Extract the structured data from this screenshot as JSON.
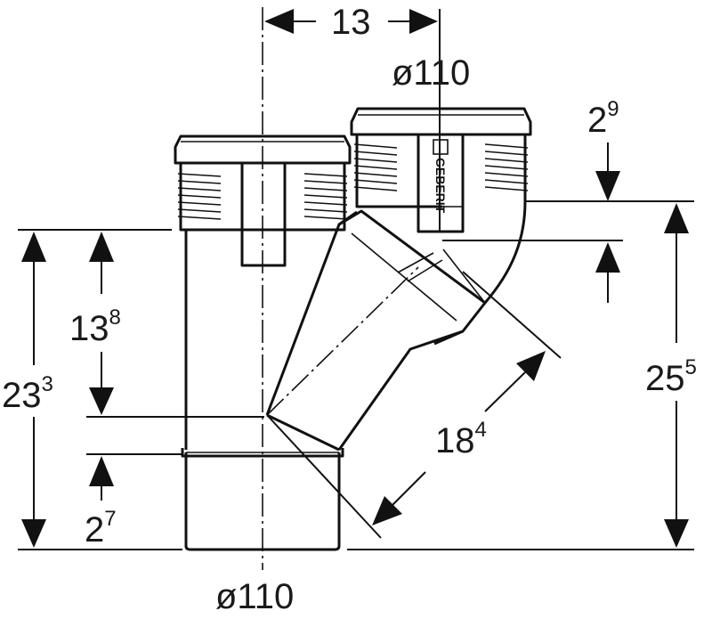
{
  "drawing": {
    "brand_mark": "GEBERIT",
    "dimensions": {
      "top_offset": {
        "value": "13",
        "sup": ""
      },
      "branch_diameter": {
        "value": "ø110",
        "sup": ""
      },
      "top_gap": {
        "value": "2",
        "sup": "9"
      },
      "socket_depth": {
        "value": "13",
        "sup": "8"
      },
      "main_height": {
        "value": "23",
        "sup": "3"
      },
      "total_height": {
        "value": "25",
        "sup": "5"
      },
      "branch_length": {
        "value": "18",
        "sup": "4"
      },
      "bottom_gap": {
        "value": "2",
        "sup": "7"
      },
      "main_diameter": {
        "value": "ø110",
        "sup": ""
      }
    }
  }
}
